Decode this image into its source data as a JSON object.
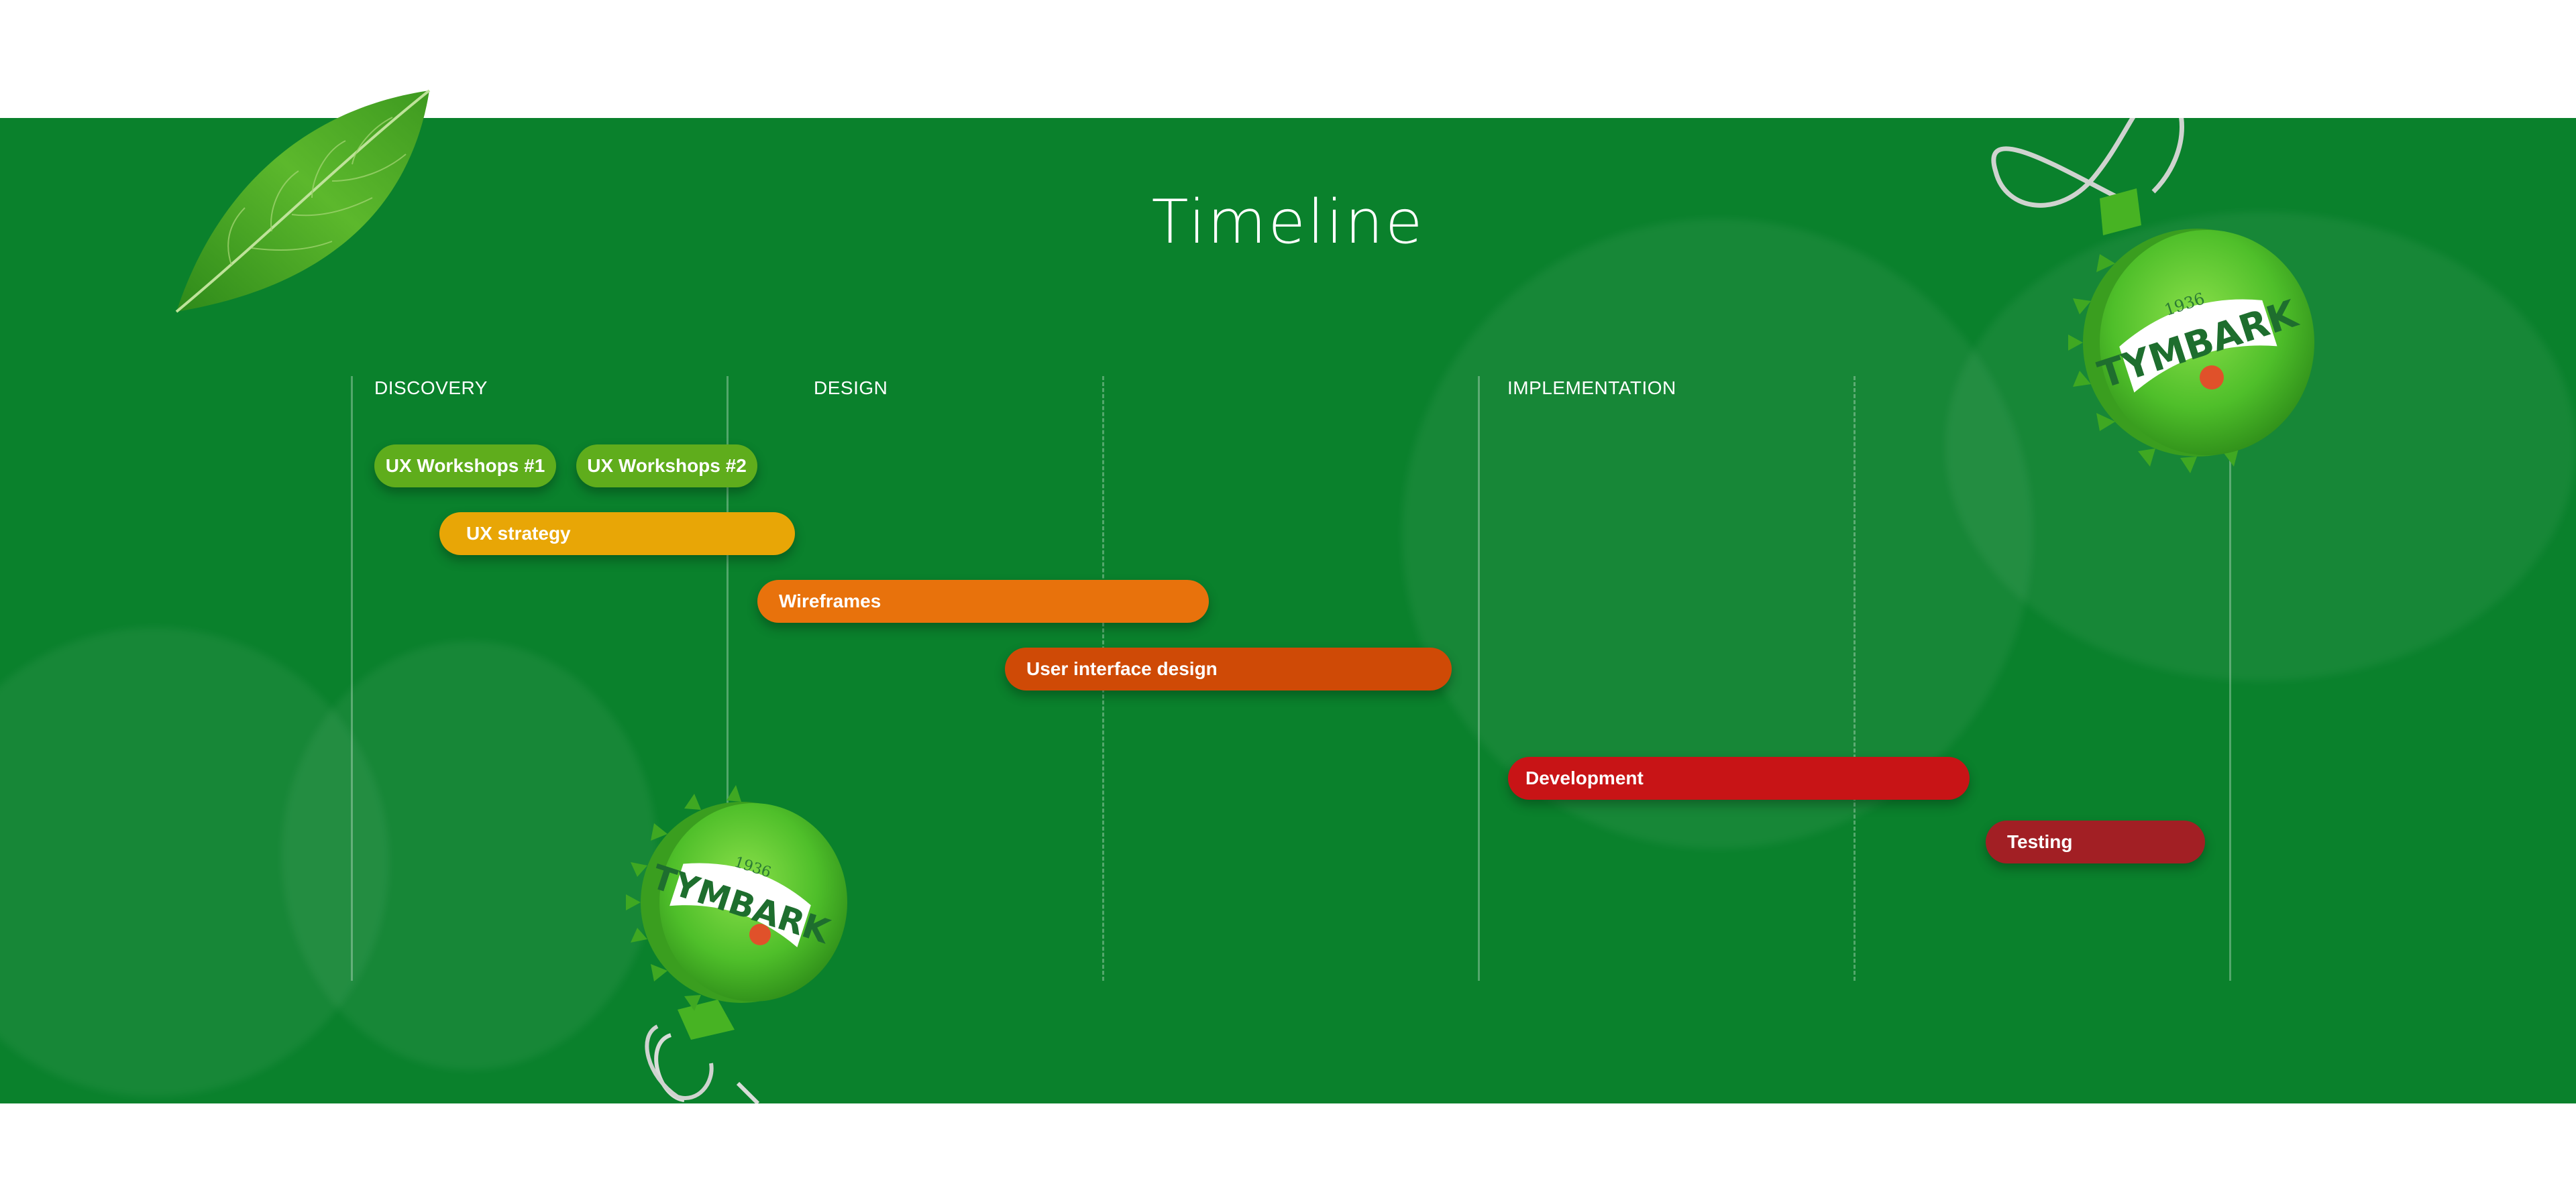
{
  "page": {
    "title": "Timeline"
  },
  "colors": {
    "background": "#0a812c",
    "ux_workshops": "#5fad1c",
    "ux_strategy": "#e8a606",
    "wireframes": "#e8720c",
    "ui_design": "#cf4a06",
    "development": "#c81416",
    "testing": "#a21f24"
  },
  "phases": [
    {
      "label": "DISCOVERY"
    },
    {
      "label": "DESIGN"
    },
    {
      "label": "IMPLEMENTATION"
    }
  ],
  "tasks": [
    {
      "label": "UX Workshops #1",
      "color": "#5fad1c"
    },
    {
      "label": "UX Workshops #2",
      "color": "#5fad1c"
    },
    {
      "label": "UX strategy",
      "color": "#e8a606"
    },
    {
      "label": "Wireframes",
      "color": "#e8720c"
    },
    {
      "label": "User interface design",
      "color": "#cf4a06"
    },
    {
      "label": "Development",
      "color": "#c81416"
    },
    {
      "label": "Testing",
      "color": "#a21f24"
    }
  ],
  "decorations": {
    "bottle_cap_brand": "TYMBARK",
    "bottle_cap_year": "1936",
    "leaf_icon": "leaf-icon",
    "cap_icon": "bottle-cap-icon"
  }
}
